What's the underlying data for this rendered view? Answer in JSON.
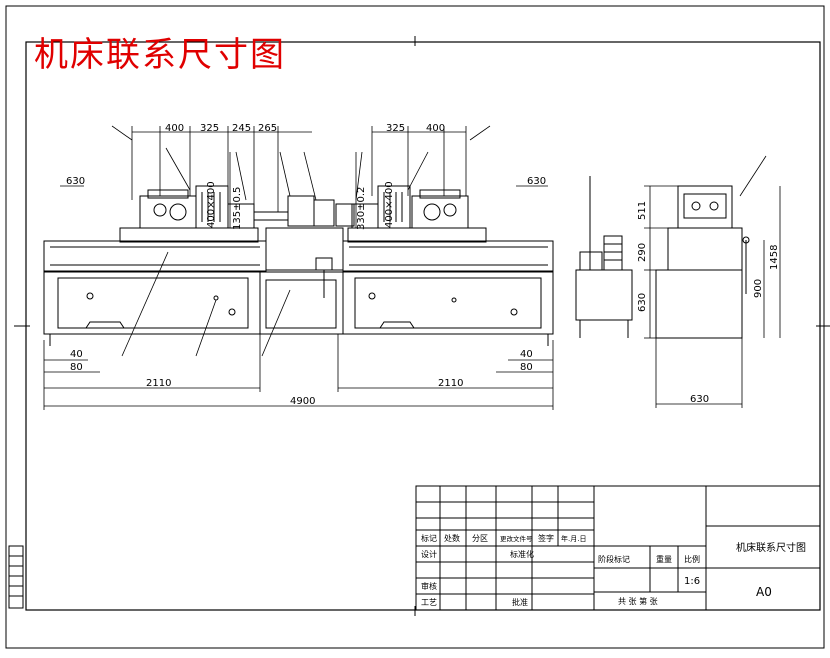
{
  "title": "机床联系尺寸图",
  "dimensions": {
    "top_left": [
      "400",
      "325",
      "245",
      "265"
    ],
    "top_right": [
      "325",
      "400"
    ],
    "vertical_left": [
      "400×400",
      "135±0.5"
    ],
    "vertical_right": [
      "330±0.2",
      "400×400"
    ],
    "left_side": "630",
    "right_side": "630",
    "bottom_left": [
      "40",
      "80",
      "2110"
    ],
    "bottom_right": [
      "2110",
      "40",
      "80"
    ],
    "total": "4900",
    "side_view_vertical": [
      "511",
      "290",
      "630",
      "900",
      "1458"
    ],
    "side_view_width": "630"
  },
  "title_block": {
    "header_row": [
      "标记",
      "处数",
      "分区",
      "更改文件号",
      "签字",
      "年.月.日"
    ],
    "rows": [
      [
        "设计",
        "",
        "标准化"
      ],
      [
        "审核",
        "",
        ""
      ],
      [
        "工艺",
        "",
        "批准"
      ]
    ],
    "stage_label": "阶段标记",
    "weight_label": "重量",
    "scale_label": "比例",
    "scale_value": "1:6",
    "sheet_count": "共    张  第    张",
    "drawing_name": "机床联系尺寸图",
    "size": "A0"
  },
  "colors": {
    "line": "#000000",
    "title": "#e00000"
  }
}
